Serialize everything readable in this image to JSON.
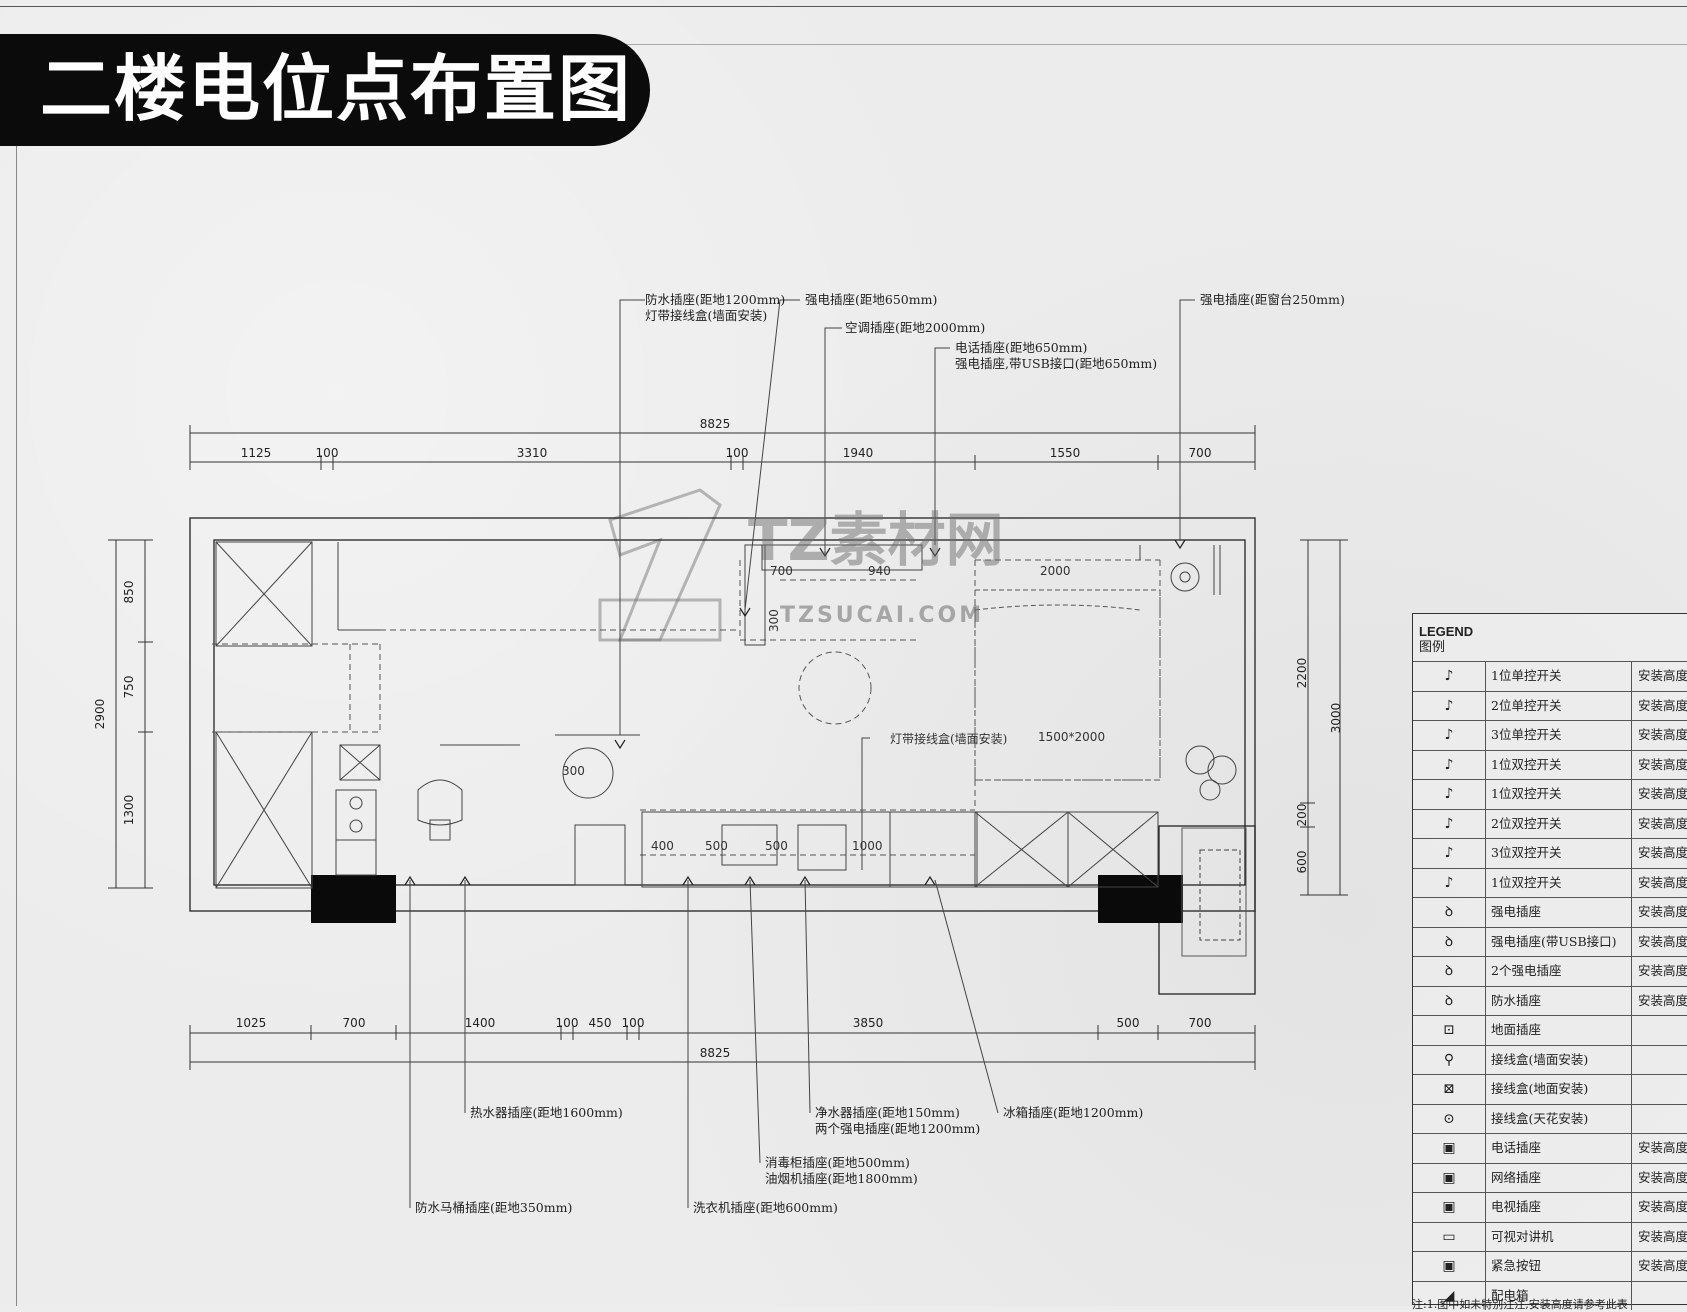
{
  "title": "二楼电位点布置图",
  "watermark": {
    "logo": "TZ素材网",
    "sub": "TZSUCAI.COM"
  },
  "top_callouts": [
    {
      "text": "防水插座(距地1200mm)"
    },
    {
      "text": "灯带接线盒(墙面安装)"
    },
    {
      "text": "强电插座(距地650mm)"
    },
    {
      "text": "空调插座(距地2000mm)"
    },
    {
      "text": "电话插座(距地650mm)"
    },
    {
      "text": "强电插座,带USB接口(距地650mm)"
    },
    {
      "text": "强电插座(距窗台250mm)"
    }
  ],
  "bottom_callouts": [
    {
      "text": "热水器插座(距地1600mm)"
    },
    {
      "text": "净水器插座(距地150mm)"
    },
    {
      "text": "两个强电插座(距地1200mm)"
    },
    {
      "text": "冰箱插座(距地1200mm)"
    },
    {
      "text": "消毒柜插座(距地500mm)"
    },
    {
      "text": "油烟机插座(距地1800mm)"
    },
    {
      "text": "防水马桶插座(距地350mm)"
    },
    {
      "text": "洗衣机插座(距地600mm)"
    }
  ],
  "interior_labels": {
    "lamp_box": "灯带接线盒(墙面安装)",
    "bed": "1500*2000",
    "d700": "700",
    "d940": "940",
    "d2000": "2000",
    "d300a": "300",
    "d300b": "300",
    "d400": "400",
    "d500a": "500",
    "d500b": "500",
    "d1000": "1000"
  },
  "dimensions": {
    "top_total": "8825",
    "top_segments": [
      "1125",
      "100",
      "3310",
      "100",
      "1940",
      "1550",
      "700"
    ],
    "bottom_segments": [
      "1025",
      "700",
      "1400",
      "100",
      "450",
      "100",
      "3850",
      "500",
      "700"
    ],
    "bottom_total": "8825",
    "left_total": "2900",
    "left_segments": [
      "850",
      "750",
      "1300"
    ],
    "right_total": "3000",
    "right_segments": [
      "2200",
      "200",
      "600"
    ]
  },
  "legend": {
    "title": "LEGEND",
    "subtitle": "图例",
    "rows": [
      {
        "symbol": "single-gang-switch-icon",
        "glyph": "♪",
        "name": "1位单控开关",
        "note": "安装高度"
      },
      {
        "symbol": "two-gang-switch-icon",
        "glyph": "♪",
        "name": "2位单控开关",
        "note": "安装高度"
      },
      {
        "symbol": "three-gang-switch-icon",
        "glyph": "♪",
        "name": "3位单控开关",
        "note": "安装高度"
      },
      {
        "symbol": "single-gang-switch-icon",
        "glyph": "♪",
        "name": "1位双控开关",
        "note": "安装高度"
      },
      {
        "symbol": "double-switch-icon",
        "glyph": "♪",
        "name": "1位双控开关",
        "note": "安装高度"
      },
      {
        "symbol": "double-switch-icon",
        "glyph": "♪",
        "name": "2位双控开关",
        "note": "安装高度"
      },
      {
        "symbol": "double-switch-icon",
        "glyph": "♪",
        "name": "3位双控开关",
        "note": "安装高度"
      },
      {
        "symbol": "double-switch-icon",
        "glyph": "♪",
        "name": "1位双控开关",
        "note": "安装高度"
      },
      {
        "symbol": "socket-icon",
        "glyph": "ꝺ",
        "name": "强电插座",
        "note": "安装高度"
      },
      {
        "symbol": "usb-socket-icon",
        "glyph": "ꝺ",
        "name": "强电插座(带USB接口)",
        "note": "安装高度"
      },
      {
        "symbol": "double-socket-icon",
        "glyph": "ꝺ",
        "name": "2个强电插座",
        "note": "安装高度"
      },
      {
        "symbol": "waterproof-socket-icon",
        "glyph": "ꝺ",
        "name": "防水插座",
        "note": "安装高度"
      },
      {
        "symbol": "floor-socket-icon",
        "glyph": "⊡",
        "name": "地面插座",
        "note": ""
      },
      {
        "symbol": "wall-junction-box-icon",
        "glyph": "⚲",
        "name": "接线盒(墙面安装)",
        "note": ""
      },
      {
        "symbol": "floor-junction-box-icon",
        "glyph": "⊠",
        "name": "接线盒(地面安装)",
        "note": ""
      },
      {
        "symbol": "ceiling-junction-box-icon",
        "glyph": "⊙",
        "name": "接线盒(天花安装)",
        "note": ""
      },
      {
        "symbol": "phone-socket-icon",
        "glyph": "▣",
        "name": "电话插座",
        "note": "安装高度"
      },
      {
        "symbol": "network-socket-icon",
        "glyph": "▣",
        "name": "网络插座",
        "note": "安装高度"
      },
      {
        "symbol": "tv-socket-icon",
        "glyph": "▣",
        "name": "电视插座",
        "note": "安装高度"
      },
      {
        "symbol": "video-intercom-icon",
        "glyph": "▭",
        "name": "可视对讲机",
        "note": "安装高度"
      },
      {
        "symbol": "emergency-button-icon",
        "glyph": "▣",
        "name": "紧急按钮",
        "note": "安装高度"
      },
      {
        "symbol": "distribution-box-icon",
        "glyph": "◢",
        "name": "配电箱",
        "note": ""
      }
    ],
    "footnote": "注:1.图中如未特别注注,安装高度请参考此表"
  }
}
